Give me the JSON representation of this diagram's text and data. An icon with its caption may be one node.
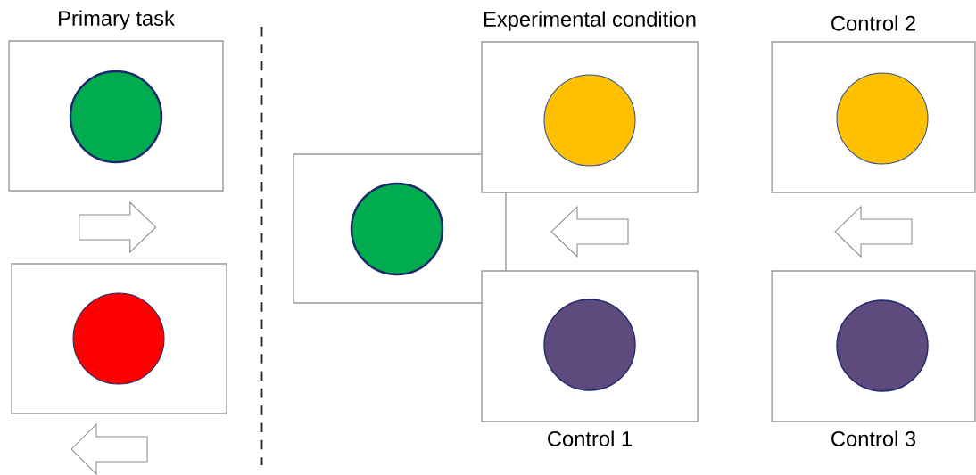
{
  "diagram": {
    "nodes": [
      {
        "text": [
          "Primary task"
        ]
      },
      {
        "text": [],
        "shape": "circle",
        "in": 0
      },
      {
        "text": [],
        "shape": "box"
      },
      {
        "text": [],
        "shape": "circle",
        "in": 2
      },
      {
        "text": [],
        "shape": "box"
      },
      {
        "text": [],
        "shape": "circle",
        "in": 4
      },
      {
        "text": [
          "Experimental condition"
        ]
      },
      {
        "text": [],
        "shape": "circle",
        "in": 6
      },
      {
        "text": [
          "Control 1"
        ]
      },
      {
        "text": [],
        "shape": "circle",
        "in": 8
      },
      {
        "text": [
          "Control 2"
        ]
      },
      {
        "text": [],
        "shape": "circle",
        "in": 10
      },
      {
        "text": [
          "Control 3"
        ]
      },
      {
        "text": [],
        "shape": "circle",
        "in": 12
      }
    ],
    "edges": [
      {
        "from": 0,
        "to": 2,
        "arrow": "to"
      },
      {
        "from": 8,
        "to": 6,
        "arrow": "to"
      },
      {
        "from": 12,
        "to": 10,
        "arrow": "to"
      }
    ]
  }
}
